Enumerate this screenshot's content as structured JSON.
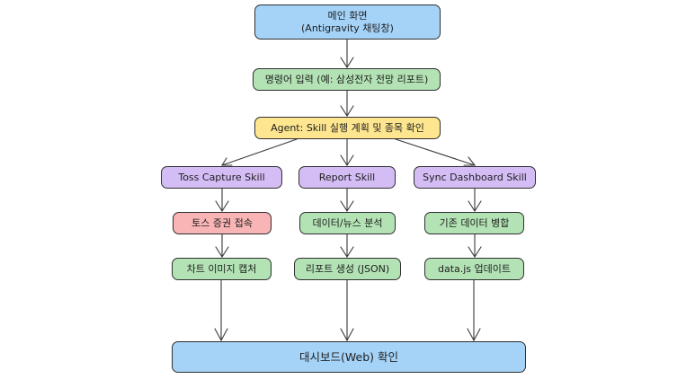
{
  "colors": {
    "blue": "#a5d3f8",
    "green": "#b3e3b4",
    "yellow": "#fde68f",
    "purple": "#d4bdf5",
    "red": "#f9b5b5",
    "stroke": "#2f2f2f"
  },
  "nodes": {
    "main_screen": {
      "line1": "메인 화면",
      "line2": "(Antigravity 채팅창)"
    },
    "command_input": {
      "label": "명령어 입력 (예: 삼성전자 전망 리포트)"
    },
    "agent_plan": {
      "label": "Agent: Skill 실행 계획 및 종목 확인"
    },
    "toss_capture_skill": {
      "label": "Toss Capture Skill"
    },
    "report_skill": {
      "label": "Report Skill"
    },
    "sync_dashboard_skill": {
      "label": "Sync Dashboard Skill"
    },
    "toss_access": {
      "label": "토스 증권 접속"
    },
    "data_news_analysis": {
      "label": "데이터/뉴스 분석"
    },
    "merge_existing_data": {
      "label": "기존 데이터 병합"
    },
    "chart_capture": {
      "label": "차트 이미지 캡처"
    },
    "report_generate": {
      "label": "리포트 생성 (JSON)"
    },
    "datajs_update": {
      "label": "data.js 업데이트"
    },
    "dashboard_check": {
      "label": "대시보드(Web) 확인"
    }
  },
  "edges": [
    [
      "main_screen",
      "command_input"
    ],
    [
      "command_input",
      "agent_plan"
    ],
    [
      "agent_plan",
      "toss_capture_skill"
    ],
    [
      "agent_plan",
      "report_skill"
    ],
    [
      "agent_plan",
      "sync_dashboard_skill"
    ],
    [
      "toss_capture_skill",
      "toss_access"
    ],
    [
      "report_skill",
      "data_news_analysis"
    ],
    [
      "sync_dashboard_skill",
      "merge_existing_data"
    ],
    [
      "toss_access",
      "chart_capture"
    ],
    [
      "data_news_analysis",
      "report_generate"
    ],
    [
      "merge_existing_data",
      "datajs_update"
    ],
    [
      "chart_capture",
      "dashboard_check"
    ],
    [
      "report_generate",
      "dashboard_check"
    ],
    [
      "datajs_update",
      "dashboard_check"
    ]
  ]
}
